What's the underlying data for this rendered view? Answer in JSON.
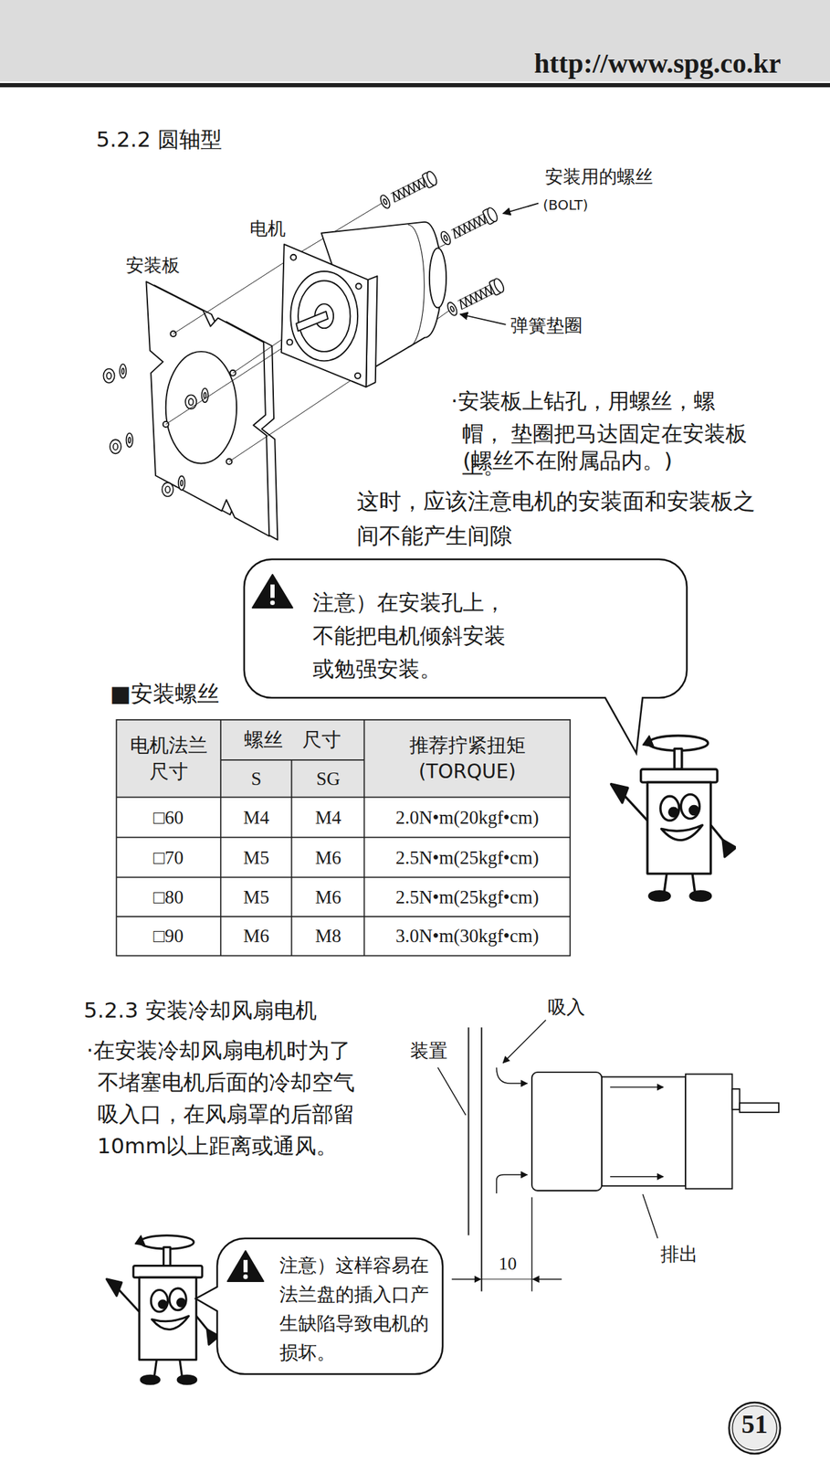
{
  "diagram": {
    "nodes": [
      {
        "text": [
          "http://www.spg.co.kr"
        ]
      },
      {
        "text": [
          "注意）在安装孔上， 不能把电机倾斜安装 或勉强安装。"
        ]
      },
      {
        "text": [
          "注意）这样容易在 法兰盘的插入口产 生缺陷导致电机的 损坏。"
        ]
      },
      {
        "text": [
          "51"
        ]
      }
    ],
    "labels": [
      "5.2.2 圆轴型",
      "安装用的螺丝",
      "(BOLT)",
      "电机",
      "安装板",
      "弹簧垫圈",
      "·安装板上钻孔，用螺丝，螺帽， 垫圈把马达固定在安装板上。",
      "(螺丝不在附属品内。)",
      "这时，应该注意电机的安装面和安装板之 间不能产生间隙",
      "■安装螺丝",
      "电机法兰 尺寸",
      "螺丝　尺寸",
      "S",
      "SG",
      "推荐拧紧扭矩 (TORQUE)",
      "□60",
      "M4",
      "M4",
      "2.0N•m(20kgf•cm)",
      "□70",
      "M5",
      "M6",
      "2.5N•m(25kgf•cm)",
      "□80",
      "M5",
      "M6",
      "2.5N•m(25kgf•cm)",
      "□90",
      "M6",
      "M8",
      "3.0N•m(30kgf•cm)",
      "5.2.3 安装冷却风扇电机",
      "·在安装冷却风扇电机时为了 不堵塞电机后面的冷却空气 吸入口，在风扇罩的后部留 10mm以上距离或通风。",
      "吸入",
      "装置",
      "排出",
      "10"
    ]
  }
}
